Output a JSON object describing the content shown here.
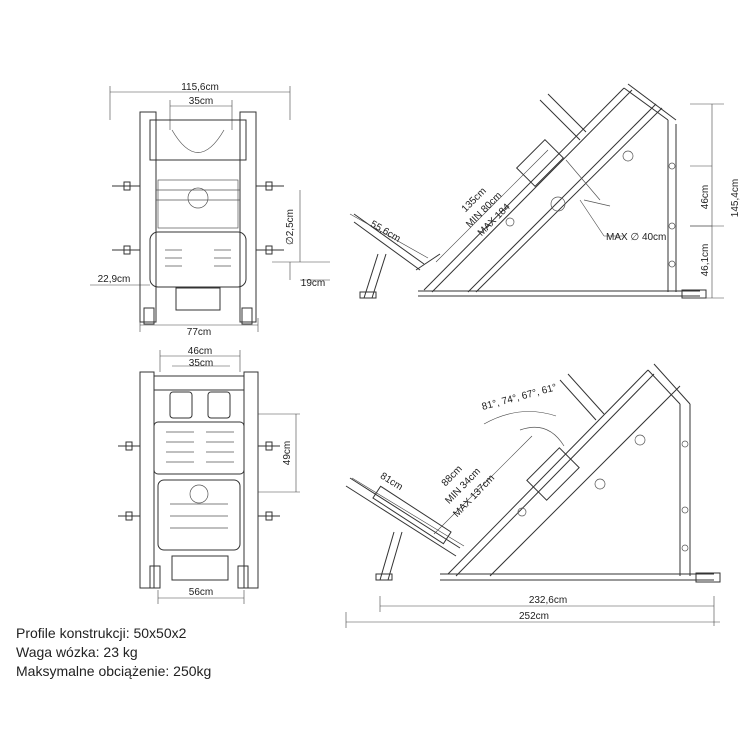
{
  "top_view": {
    "width_overall": "115,6cm",
    "width_inner": "35cm",
    "diameter": "∅2,5cm",
    "side_offset": "22,9cm",
    "bottom_offset": "19cm",
    "width_base": "77cm"
  },
  "side_view_upper": {
    "travel_label_1": "135cm",
    "travel_label_2": "MIN 80cm",
    "travel_label_3": "MAX 184",
    "seat_length": "55,6cm",
    "height_mid": "46cm",
    "height_overall": "145,4cm",
    "height_low": "46,1cm",
    "plate_max": "MAX ∅ 40cm"
  },
  "front_view": {
    "width_outer": "46cm",
    "width_inner": "35cm",
    "height_plate": "49cm",
    "width_base": "56cm"
  },
  "side_view_lower": {
    "angles": "81°, 74°, 67°, 61°",
    "back_length": "81cm",
    "travel_label_1": "88cm",
    "travel_label_2": "MIN 34cm",
    "travel_label_3": "MAX 137cm",
    "length_inner": "232,6cm",
    "length_overall": "252cm"
  },
  "specs": {
    "profile": "Profile konstrukcji: 50x50x2",
    "carriage_weight": "Waga wózka: 23 kg",
    "max_load": "Maksymalne obciążenie: 250kg"
  }
}
